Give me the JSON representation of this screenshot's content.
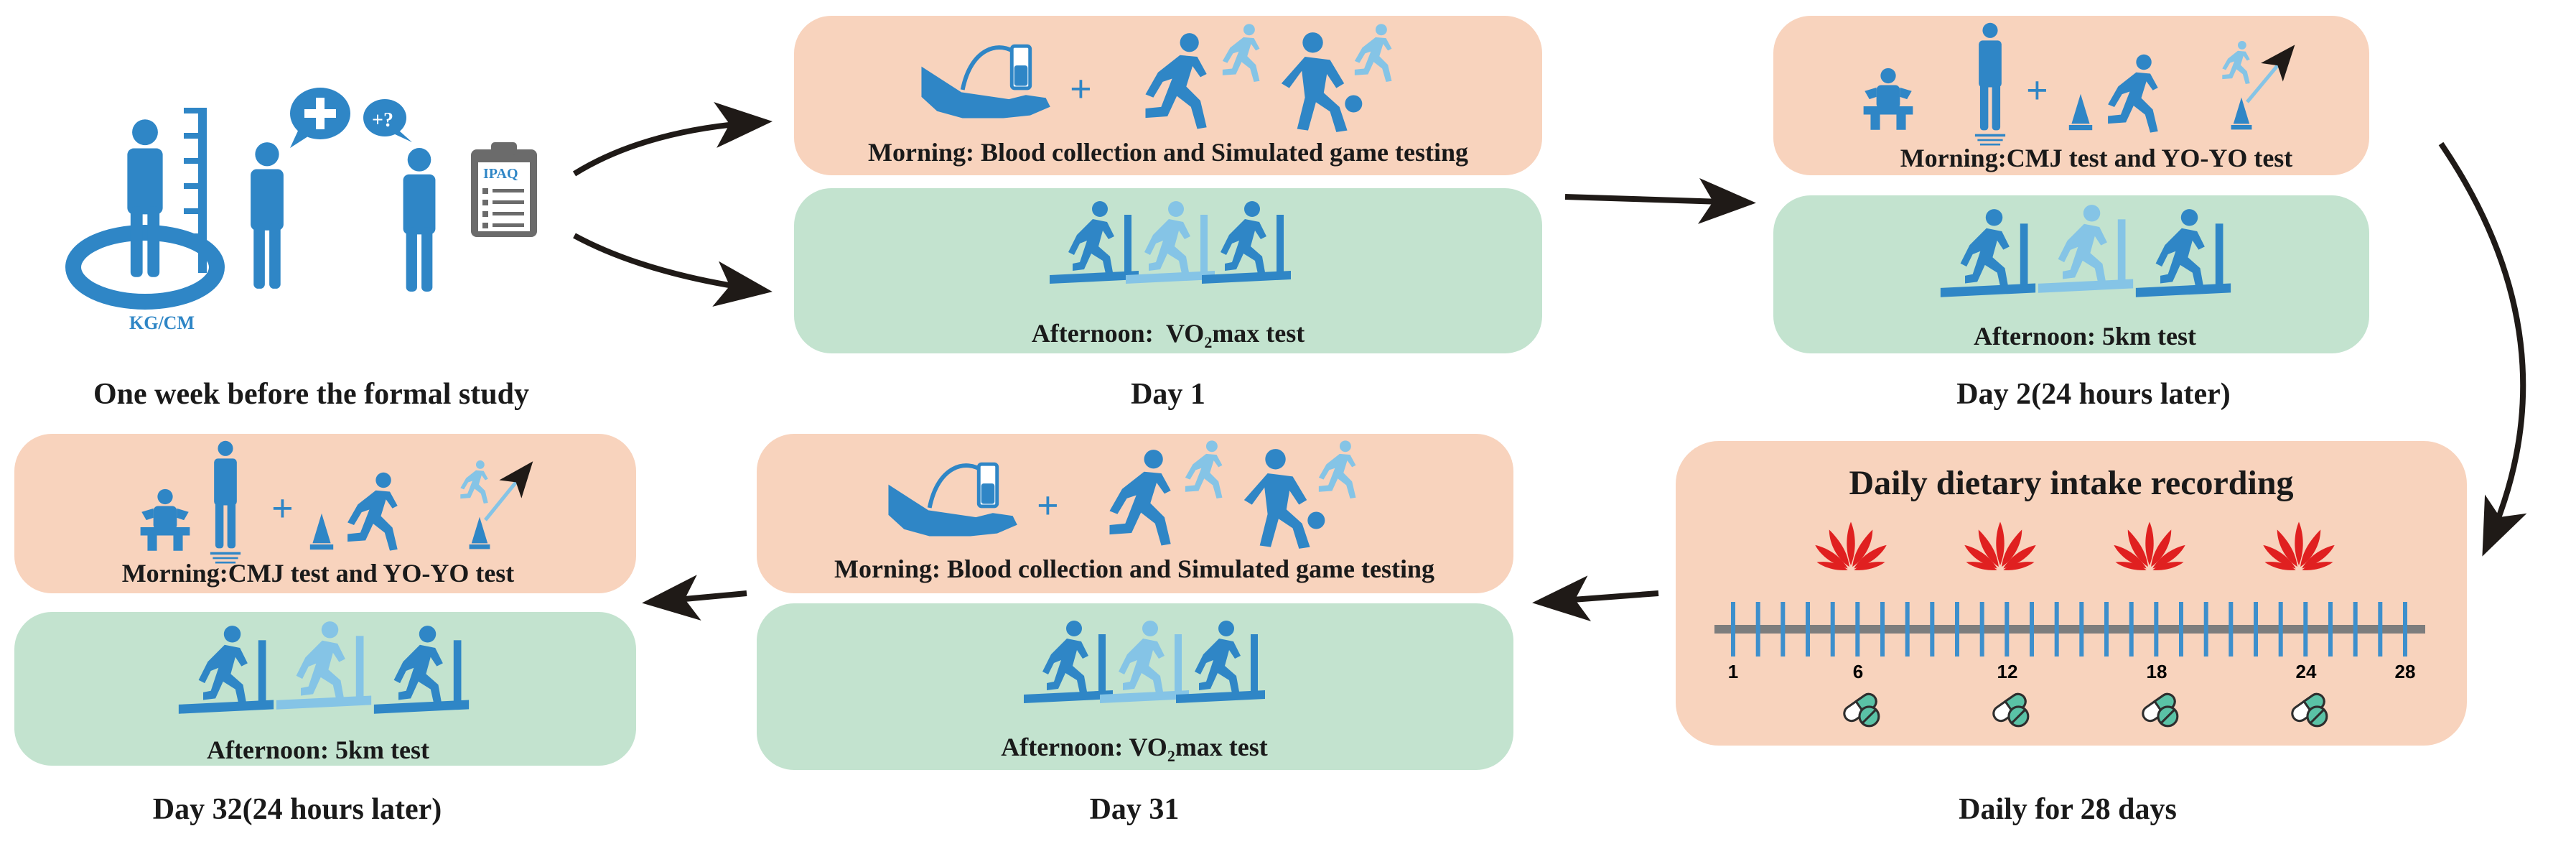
{
  "colors": {
    "morning_box": "#f8d3bd",
    "afternoon_box": "#c3e3cf",
    "dietary_box": "#f8d3bd",
    "icon_dark": "#2f86c6",
    "icon_light": "#85c4e6",
    "arrow": "#1f1a17",
    "timeline": "#7d7d7d",
    "tick": "#3d8fcc",
    "flower": "#e02020",
    "pill_green": "#5ac2a6"
  },
  "pre_study": {
    "scale_label": "KG/CM",
    "clipboard_label": "IPAQ",
    "caption": "One week before the formal study"
  },
  "day1": {
    "morning_label": "Morning: Blood collection and Simulated game testing",
    "afternoon_prefix": "Afternoon:  VO",
    "afternoon_sub": "2",
    "afternoon_suffix": "max test",
    "caption": "Day 1"
  },
  "day2": {
    "morning_label": "Morning:CMJ test and  YO-YO test",
    "afternoon_label": "Afternoon: 5km test",
    "caption": "Day 2(24 hours later)"
  },
  "dietary": {
    "title": "Daily dietary intake recording",
    "tick_labels": [
      "1",
      "6",
      "12",
      "18",
      "24",
      "28"
    ],
    "caption": "Daily for 28 days"
  },
  "day31": {
    "morning_label": "Morning: Blood collection and Simulated game testing",
    "afternoon_prefix": "Afternoon: VO",
    "afternoon_sub": "2",
    "afternoon_suffix": "max test",
    "caption": "Day 31"
  },
  "day32": {
    "morning_label": "Morning:CMJ test and  YO-YO test",
    "afternoon_label": "Afternoon: 5km test",
    "caption": "Day 32(24 hours later)"
  },
  "icons": {
    "plus": "+"
  }
}
